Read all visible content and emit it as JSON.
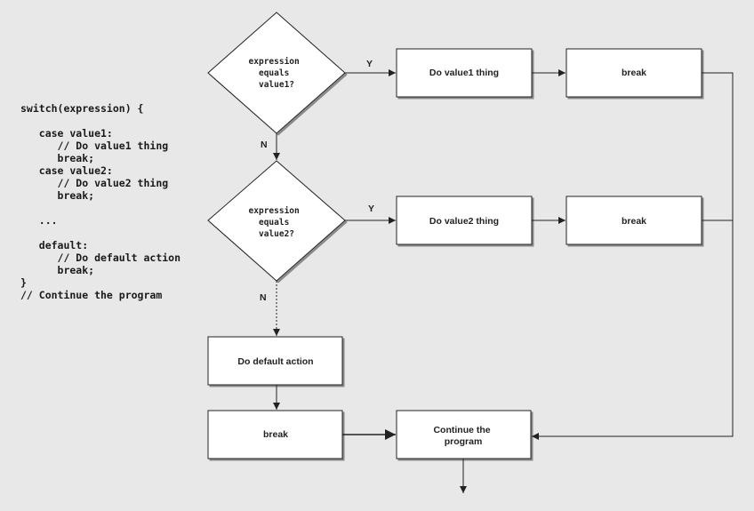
{
  "code": {
    "lines": [
      "switch(expression) {",
      "",
      "   case value1:",
      "      // Do value1 thing",
      "      break;",
      "   case value2:",
      "      // Do value2 thing",
      "      break;",
      "",
      "   ...",
      "",
      "   default:",
      "      // Do default action",
      "      break;",
      "}",
      "// Continue the program"
    ]
  },
  "flowchart": {
    "decision1": {
      "line1": "expression",
      "line2": "equals",
      "line3": "value1?"
    },
    "decision2": {
      "line1": "expression",
      "line2": "equals",
      "line3": "value2?"
    },
    "action1": "Do value1 thing",
    "action2": "Do value2 thing",
    "break1": "break",
    "break2": "break",
    "default_action": "Do default action",
    "break3": "break",
    "continue": {
      "line1": "Continue the",
      "line2": "program"
    },
    "labels": {
      "yes1": "Y",
      "no1": "N",
      "yes2": "Y",
      "no2": "N"
    }
  }
}
